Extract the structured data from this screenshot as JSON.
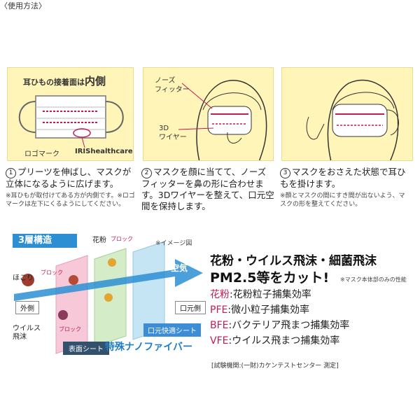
{
  "usage_title": "〈使用方法〉",
  "panel1": {
    "head_prefix": "耳ひもの接着面は",
    "head_strong": "内側",
    "logo_mark_label": "ロゴマーク",
    "brand_text": "IRIShealthcare"
  },
  "panel2": {
    "nose_fitter_label": "ノーズ\nフィッター",
    "wire_label": "3D\nワイヤー"
  },
  "steps": [
    {
      "num": "1",
      "text": "プリーツを伸ばし、マスクが立体になるように広げます。",
      "note": "※耳ひもが取付けてある方が内側です。※ロゴマークは左下にくるようにしてください。"
    },
    {
      "num": "2",
      "text": "マスクを顔に当てて、ノーズフィッターを鼻の形に合わせます。3Dワイヤーを整えて、口元空間を保持します。"
    },
    {
      "num": "3",
      "text": "マスクをおさえた状態で耳ひもを掛けます。",
      "note": "※顔とマスクの間にすき間が出ないよう、マスクの形を整えてください。"
    }
  ],
  "structure": {
    "badge": "3層構造",
    "pollen": "花粉",
    "dust": "ほこり",
    "virus": "ウイルス\n飛沫",
    "block": "ブロック",
    "outside": "外側",
    "surface_sheet": "表面シート",
    "mouth_side": "口元側",
    "mouth_sheet": "口元快適シート",
    "air": "空気",
    "nano_fiber": "特殊ナノファイバー",
    "image_note": "※イメージ図"
  },
  "claims": {
    "headline_line1": "花粉・ウイルス飛沫・細菌飛沫",
    "headline_line2": "PM2.5等をカット!",
    "headline_note": "※マスク本体部のみの性能",
    "efficiencies": [
      {
        "key": "花粉",
        "sep": ":",
        "desc": "花粉粒子捕集効率"
      },
      {
        "key": "PFE",
        "sep": ":",
        "desc": "微小粒子捕集効率"
      },
      {
        "key": "BFE",
        "sep": ":",
        "desc": "バクテリア飛まつ捕集効率"
      },
      {
        "key": "VFE",
        "sep": ":",
        "desc": "ウイルス飛まつ捕集効率"
      }
    ],
    "footnote": "[試験機関:(一財)カケンテストセンター 測定]"
  },
  "colors": {
    "panel_bg": "#fff5b9",
    "accent_red": "#c21c56",
    "accent_blue": "#2c8fd3"
  }
}
